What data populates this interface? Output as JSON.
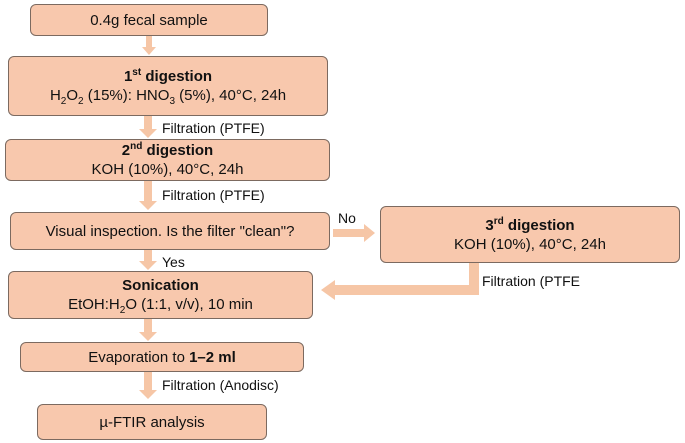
{
  "colors": {
    "box_fill": "#f8c8ad",
    "box_border": "#7c6a60",
    "arrow": "#f6c6a6"
  },
  "steps": {
    "sample": {
      "text": "0.4g fecal sample"
    },
    "digestion1": {
      "title_main": "1",
      "title_sup": "st",
      "title_rest": " digestion",
      "h2o": "H",
      "h2o_sub": "2",
      "o": "O",
      "o_sub": "2",
      "pct1": " (15%): HNO",
      "hno_sub": "3",
      "pct2": " (5%), 40°C, 24h"
    },
    "digestion2": {
      "title_main": "2",
      "title_sup": "nd",
      "title_rest": " digestion",
      "detail": "KOH (10%), 40°C, 24h"
    },
    "inspection": {
      "text": "Visual inspection. Is the filter \"clean\"?"
    },
    "digestion3": {
      "title_main": "3",
      "title_sup": "rd",
      "title_rest": " digestion",
      "detail": "KOH (10%), 40°C, 24h"
    },
    "sonication": {
      "title": "Sonication",
      "detail_a": "EtOH:H",
      "detail_sub": "2",
      "detail_b": "O (1:1, v/v), 10 min"
    },
    "evaporation": {
      "text": "Evaporation to ",
      "bold": "1–2 ml"
    },
    "analysis": {
      "text": "µ-FTIR analysis"
    }
  },
  "labels": {
    "filtration1": "Filtration (PTFE)",
    "filtration2": "Filtration (PTFE)",
    "no": "No",
    "yes": "Yes",
    "filtration3": "Filtration (PTFE",
    "filtration4": "Filtration (Anodisc)"
  }
}
